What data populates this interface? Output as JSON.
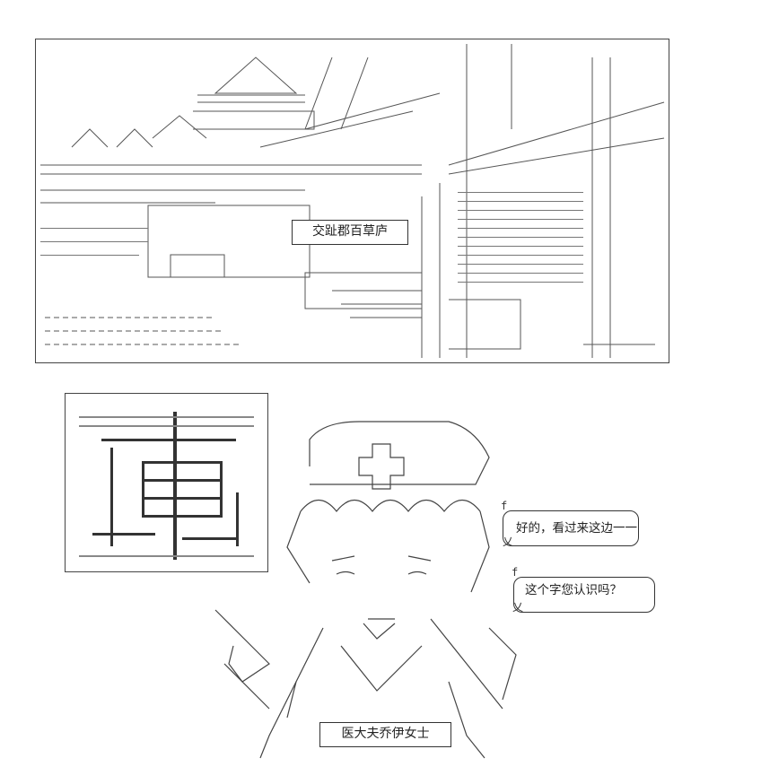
{
  "scene": {
    "location_sign": "交趾郡百草庐"
  },
  "character": {
    "name_plate": "医大夫乔伊女士"
  },
  "dialogue": [
    {
      "text": "好的，看过来这边一一",
      "prefix": "f",
      "suffix": "乂"
    },
    {
      "text": "这个字您认识吗？",
      "prefix": "f",
      "suffix": "乂"
    }
  ],
  "colors": {
    "line": "#333333",
    "background": "#ffffff"
  }
}
